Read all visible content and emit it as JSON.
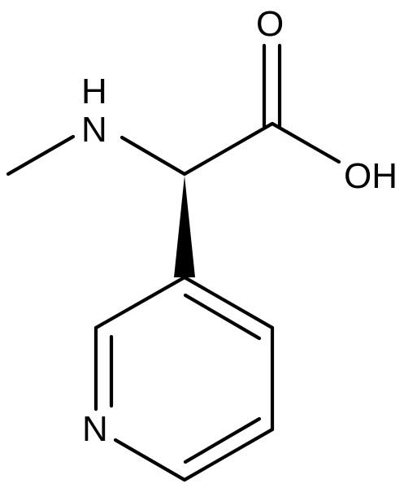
{
  "atoms": {
    "carbonyl_oxygen": "O",
    "hydroxyl": "OH",
    "amine_h": "H",
    "amine_n": "N",
    "ring_nitrogen": "N"
  },
  "colors": {
    "line": "#000000",
    "background": "#ffffff"
  }
}
